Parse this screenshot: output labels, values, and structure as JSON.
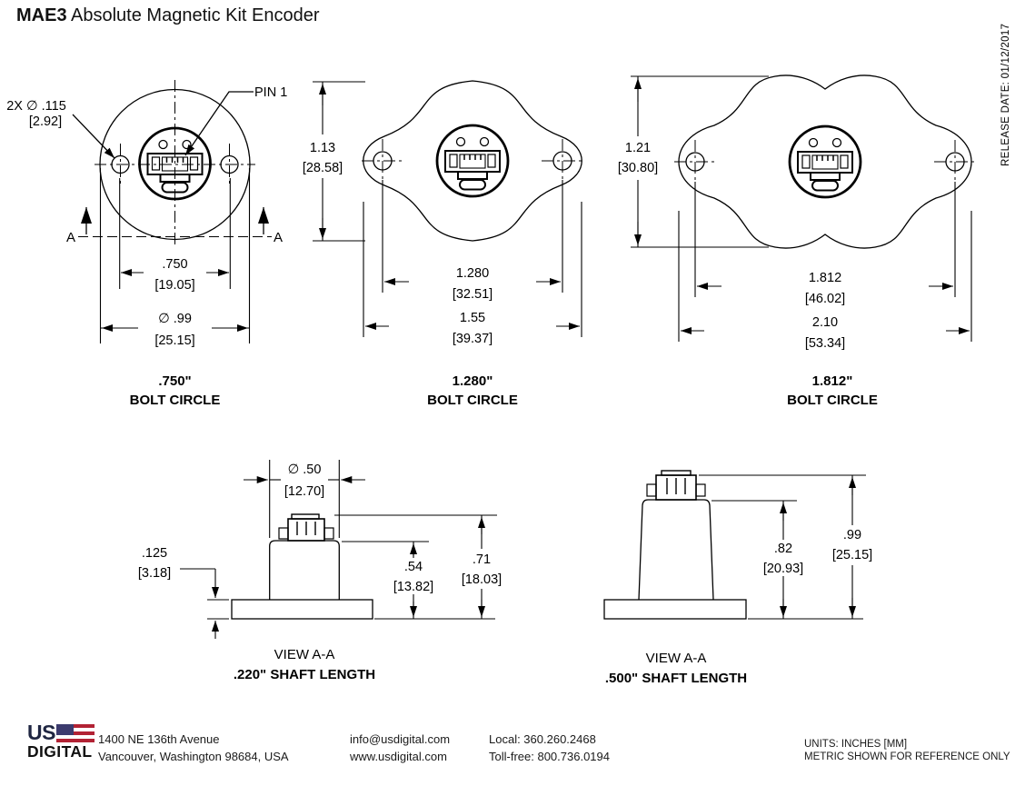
{
  "title": {
    "bold": "MAE3",
    "regular": " Absolute Magnetic Kit Encoder"
  },
  "release_date": "RELEASE DATE: 01/12/2017",
  "views": {
    "v750": {
      "hole_callout_in": "2X ∅ .115",
      "hole_callout_mm": "[2.92]",
      "pin_label": "PIN 1",
      "section_left": "A",
      "section_right": "A",
      "dim_bolt_in": ".750",
      "dim_bolt_mm": "[19.05]",
      "dim_outer_in": "∅ .99",
      "dim_outer_mm": "[25.15]",
      "caption1": ".750\"",
      "caption2": "BOLT CIRCLE"
    },
    "v1280": {
      "dim_height_in": "1.13",
      "dim_height_mm": "[28.58]",
      "dim_bolt_in": "1.280",
      "dim_bolt_mm": "[32.51]",
      "dim_width_in": "1.55",
      "dim_width_mm": "[39.37]",
      "caption1": "1.280\"",
      "caption2": "BOLT CIRCLE"
    },
    "v1812": {
      "dim_height_in": "1.21",
      "dim_height_mm": "[30.80]",
      "dim_bolt_in": "1.812",
      "dim_bolt_mm": "[46.02]",
      "dim_width_in": "2.10",
      "dim_width_mm": "[53.34]",
      "caption1": "1.812\"",
      "caption2": "BOLT CIRCLE"
    },
    "side220": {
      "dim_dia_in": "∅ .50",
      "dim_dia_mm": "[12.70]",
      "dim_base_in": ".125",
      "dim_base_mm": "[3.18]",
      "dim_body_in": ".54",
      "dim_body_mm": "[13.82]",
      "dim_total_in": ".71",
      "dim_total_mm": "[18.03]",
      "caption1": "VIEW A-A",
      "caption2": ".220\" SHAFT LENGTH"
    },
    "side500": {
      "dim_body_in": ".82",
      "dim_body_mm": "[20.93]",
      "dim_total_in": ".99",
      "dim_total_mm": "[25.15]",
      "caption1": "VIEW A-A",
      "caption2": ".500\" SHAFT LENGTH"
    }
  },
  "footer": {
    "logo_us": "US",
    "logo_digital": "DIGITAL",
    "address_line1": "1400 NE 136th Avenue",
    "address_line2": "Vancouver, Washington 98684, USA",
    "email": "info@usdigital.com",
    "website": "www.usdigital.com",
    "phone_local": "Local: 360.260.2468",
    "phone_tollfree": "Toll-free: 800.736.0194",
    "units_line1": "UNITS: INCHES [MM]",
    "units_line2": "METRIC SHOWN FOR REFERENCE ONLY"
  },
  "colors": {
    "flag_navy": "#3C3B6E",
    "flag_red": "#B22234",
    "line": "#000000"
  }
}
